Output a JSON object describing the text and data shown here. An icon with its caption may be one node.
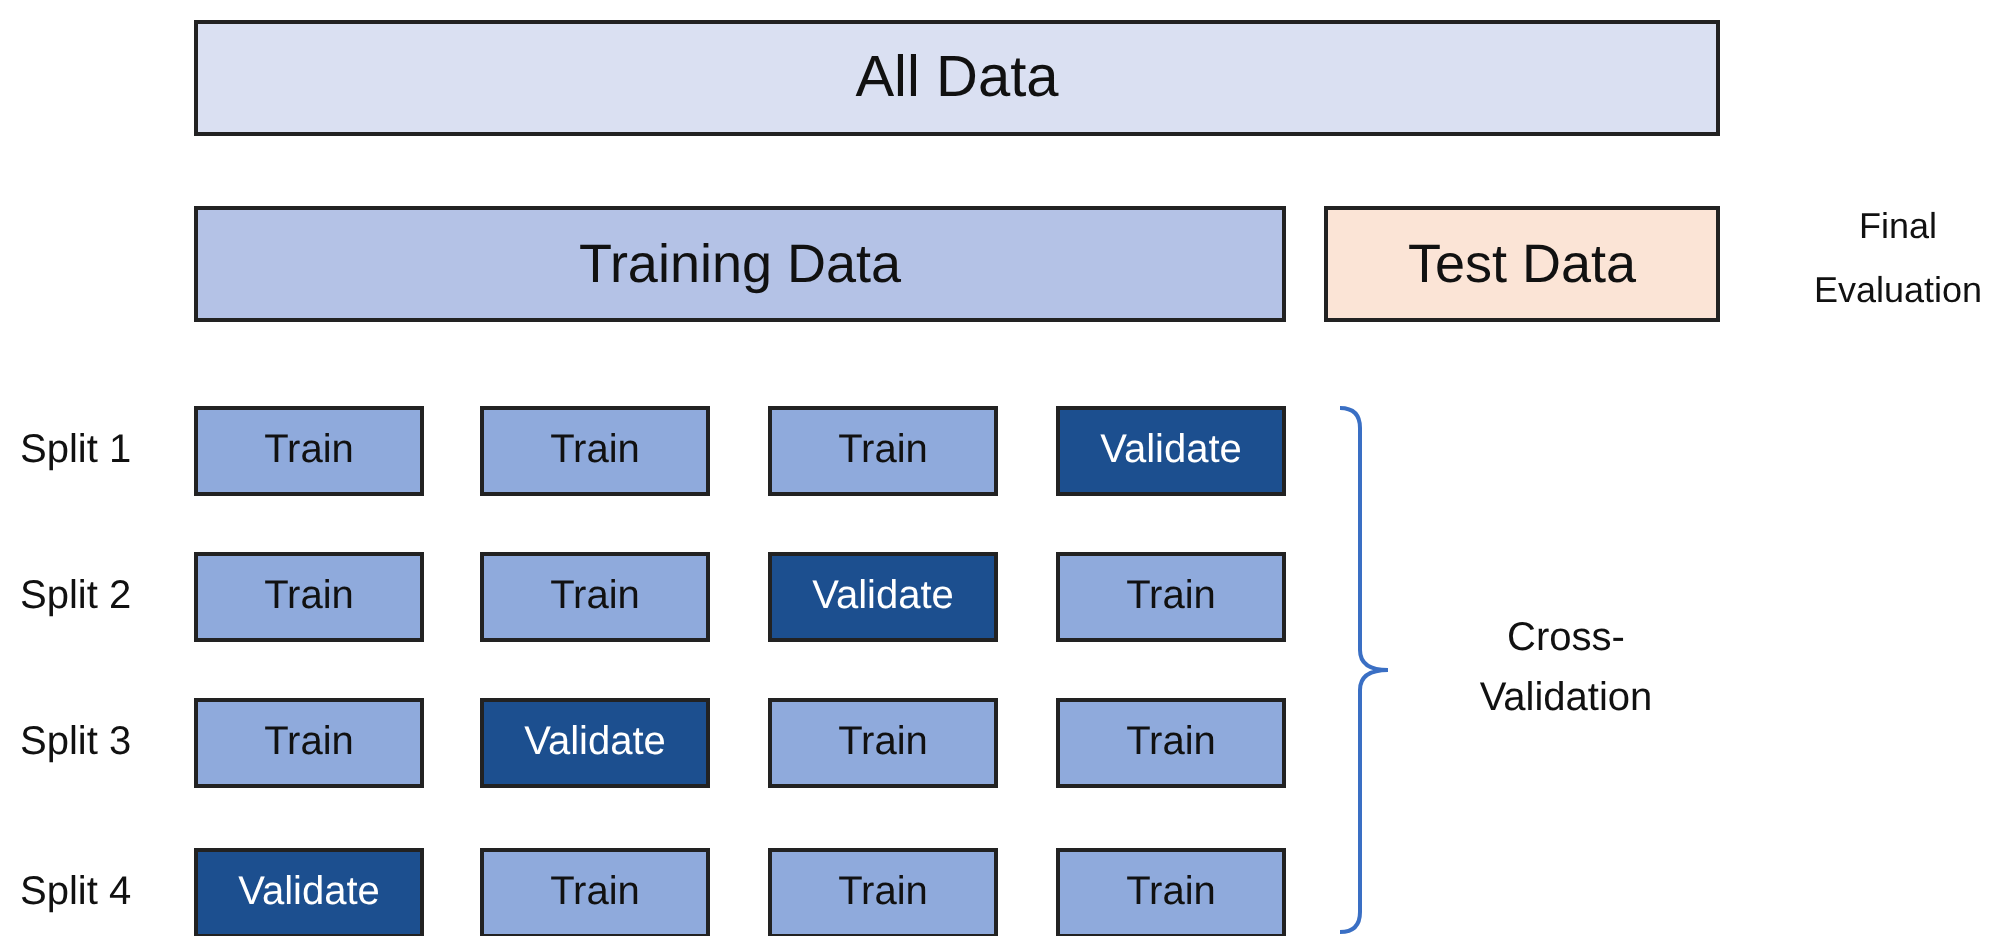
{
  "diagram": {
    "nodes": [
      {
        "text": [
          "All Data"
        ]
      },
      {
        "text": [
          "Training Data"
        ]
      },
      {
        "text": [
          "Test Data"
        ],
        "beside": [
          "Final Evaluation"
        ]
      },
      {
        "text": [
          "Train"
        ]
      },
      {
        "text": [
          "Train"
        ]
      },
      {
        "text": [
          "Train"
        ]
      },
      {
        "text": [
          "Validate"
        ]
      },
      {
        "text": [
          "Train"
        ]
      },
      {
        "text": [
          "Train"
        ]
      },
      {
        "text": [
          "Validate"
        ]
      },
      {
        "text": [
          "Train"
        ]
      },
      {
        "text": [
          "Train"
        ]
      },
      {
        "text": [
          "Validate"
        ]
      },
      {
        "text": [
          "Train"
        ]
      },
      {
        "text": [
          "Train"
        ]
      },
      {
        "text": [
          "Validate"
        ]
      },
      {
        "text": [
          "Train"
        ]
      },
      {
        "text": [
          "Train"
        ]
      },
      {
        "text": [
          "Train"
        ]
      }
    ],
    "edges": [],
    "labels": [
      "Split 1",
      "Split 2",
      "Split 3",
      "Split 4",
      "Cross-Validation"
    ]
  }
}
